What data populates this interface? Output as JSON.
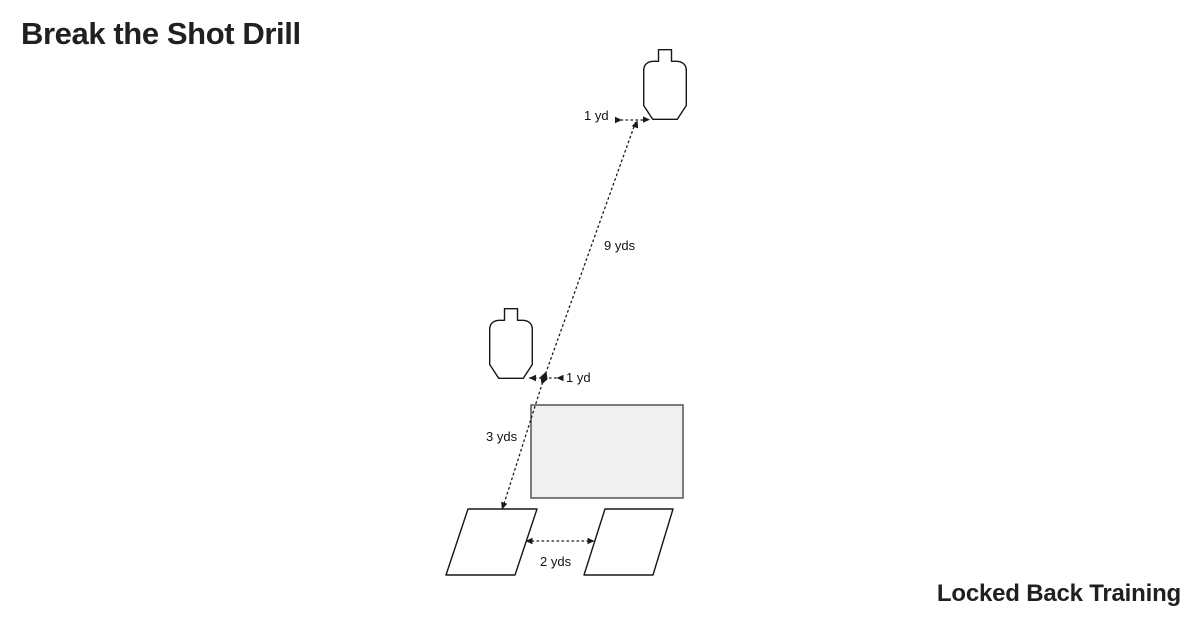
{
  "header": {
    "title": "Break the Shot Drill"
  },
  "footer": {
    "brand": "Locked Back Training"
  },
  "diagram": {
    "type": "shooting-drill-diagram",
    "measurements": {
      "far_target_offset": "1 yd",
      "long_path": "9 yds",
      "near_target_offset": "1 yd",
      "barrier_path": "3 yds",
      "box_gap": "2 yds"
    },
    "elements": {
      "far_target": "cardboard target silhouette",
      "near_target": "cardboard target silhouette",
      "barrier": "vision barrier",
      "left_box": "shooting box",
      "right_box": "shooting box"
    },
    "colors": {
      "line": "#1a1a1a",
      "shape_stroke": "#161616",
      "barrier_fill": "#f0f0f0",
      "barrier_stroke": "#5f5f5f",
      "text": "#21201e"
    }
  }
}
